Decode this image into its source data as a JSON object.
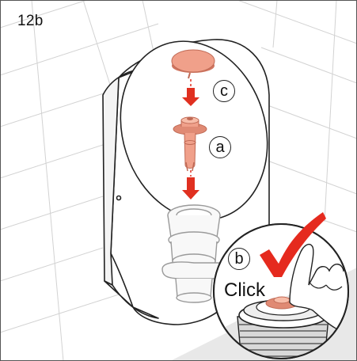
{
  "figure": {
    "step_label": "12b",
    "callouts": {
      "c": "c",
      "a": "a",
      "b": "b"
    },
    "action_text": "Click"
  },
  "colors": {
    "part": "#f0a08a",
    "part_dark": "#d07560",
    "arrow": "#e03020",
    "check": "#e52a1e",
    "tile_line": "#cfcfcf",
    "outline": "#222222",
    "floor_shade": "#e6e6e6"
  },
  "icons": {
    "arrows": "down-arrow-icon",
    "check": "check-mark-icon"
  }
}
